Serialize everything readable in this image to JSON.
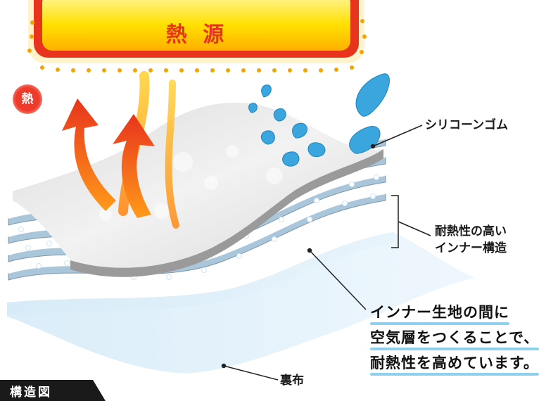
{
  "heat_source": {
    "label": "熱 源"
  },
  "heat_badge": {
    "label": "熱"
  },
  "labels": {
    "silicone": "シリコーンゴム",
    "inner_line1": "耐熱性の高い",
    "inner_line2": "インナー構造",
    "lining": "裏布"
  },
  "message": {
    "line1": "インナー生地の間に",
    "line2": "空気層をつくることで、",
    "line3": "耐熱性を高めています。"
  },
  "corner_tab": {
    "label": "構造図"
  },
  "colors": {
    "heat_red": "#e8341c",
    "heat_yellow": "#ffe600",
    "water_blue": "#3ba6de",
    "underline_blue": "#8fd0ef"
  },
  "icons": {
    "droplets": "water-drop-icon",
    "arrows": "heat-arrow-icon"
  }
}
